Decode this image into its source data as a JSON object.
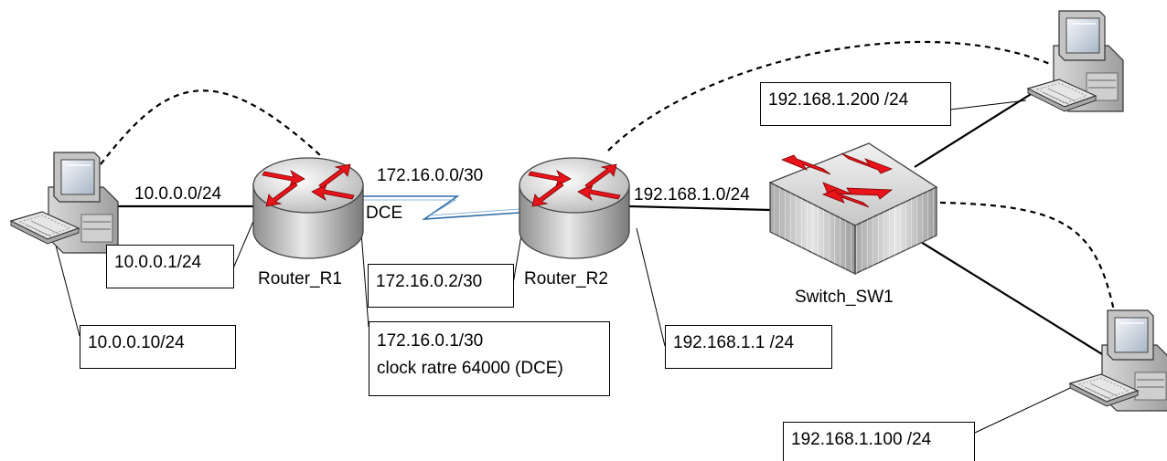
{
  "devices": {
    "router_r1": {
      "name": "Router_R1"
    },
    "router_r2": {
      "name": "Router_R2"
    },
    "switch_sw1": {
      "name": "Switch_SW1"
    }
  },
  "links": {
    "pc_r1_network": "10.0.0.0/24",
    "r1_r2_network": "172.16.0.0/30",
    "dce_tag": "DCE",
    "r2_sw_network": "192.168.1.0/24"
  },
  "labels": {
    "r1_lan_ip": "10.0.0.1/24",
    "pc_left_ip": "10.0.0.10/24",
    "r2_serial_ip": "172.16.0.2/30",
    "r1_serial_ip": "172.16.0.1/30",
    "r1_clock_rate": "clock ratre 64000 (DCE)",
    "r2_lan_ip": "192.168.1.1 /24",
    "pc_top_right_ip": "192.168.1.200 /24",
    "pc_bottom_right_ip": "192.168.1.100 /24"
  },
  "icons": [
    "pc-icon",
    "router-icon",
    "switch-icon",
    "keyboard-icon"
  ],
  "colors": {
    "router_arrow": "#e8141c",
    "serial_link": "#2f6ea8",
    "device_gray": "#c8c8c8"
  }
}
